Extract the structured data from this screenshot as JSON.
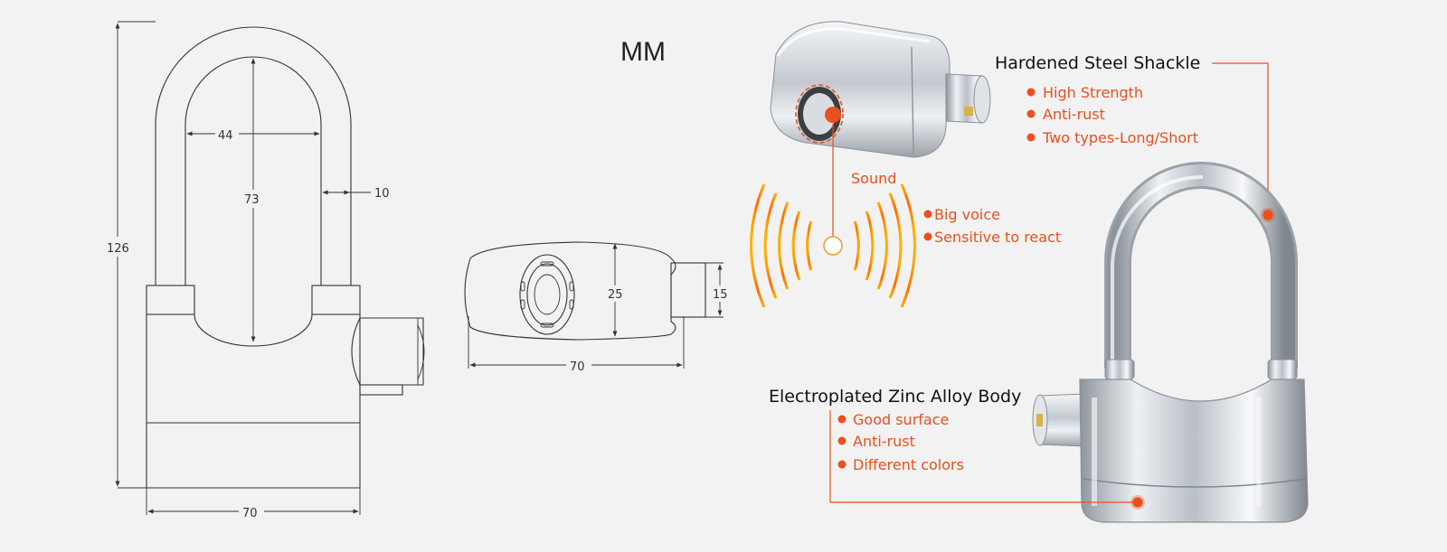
{
  "unit_label": "MM",
  "front_view": {
    "total_height": "126",
    "inner_width": "44",
    "inner_height": "73",
    "shackle_diameter": "10",
    "body_width": "70"
  },
  "side_view": {
    "body_depth": "25",
    "cylinder_diameter": "15",
    "length": "70"
  },
  "alarm": {
    "sound_label": "Sound",
    "features": [
      "Big voice",
      "Sensitive to react"
    ]
  },
  "shackle": {
    "title": "Hardened Steel Shackle",
    "features": [
      "High Strength",
      "Anti-rust",
      "Two types-Long/Short"
    ]
  },
  "body": {
    "title": "Electroplated Zinc Alloy Body",
    "features": [
      "Good surface",
      "Anti-rust",
      "Different colors"
    ]
  },
  "colors": {
    "accent": "#e8501e",
    "background": "#f2f2f2",
    "drawing_line": "#333333",
    "chrome": "#c9ced4"
  }
}
